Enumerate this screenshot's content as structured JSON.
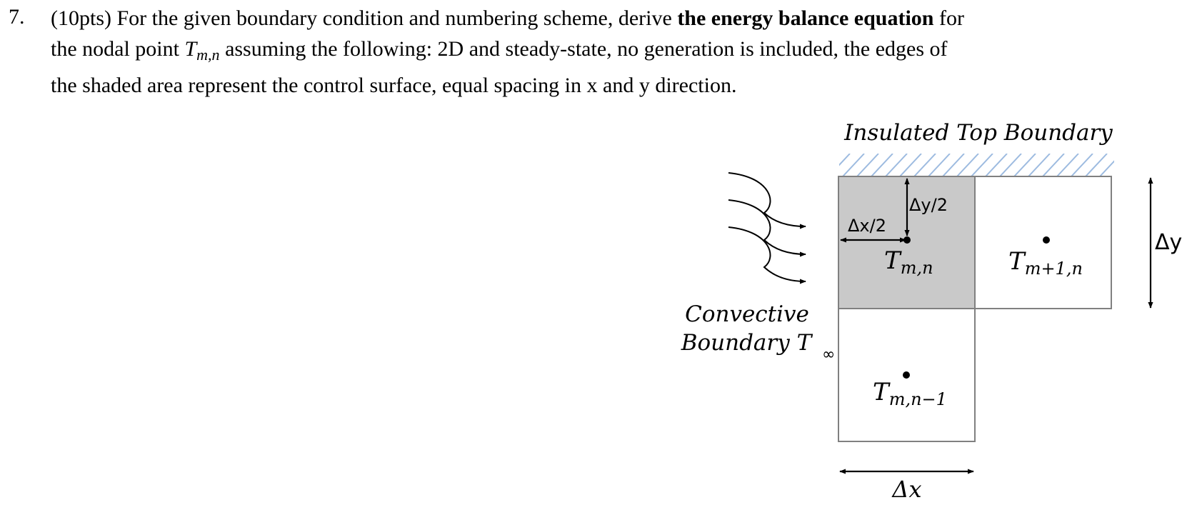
{
  "question": {
    "number": "7.",
    "points": "(10pts)",
    "line1_pre": " For the given boundary condition and numbering scheme, derive ",
    "line1_bold": "the energy balance equation",
    "line1_post": " for",
    "line2_pre": "the nodal point ",
    "line2_var": "T",
    "line2_sub": "m,n",
    "line2_post": " assuming the following: 2D and steady-state, no generation is included, the edges of",
    "line3": "the shaded area represent the control surface, equal spacing in x and y direction."
  },
  "figure": {
    "top_boundary_label": "Insulated Top Boundary",
    "convective_label_1": "Convective",
    "convective_label_2": "Boundary T",
    "convective_label_sub": "∞",
    "dy_half_label": "Δy/2",
    "dx_half_label": "Δx/2",
    "dy_label": "Δy",
    "dx_label": "Δx",
    "node_mn": {
      "var": "T",
      "sub": "m,n"
    },
    "node_m1n": {
      "var": "T",
      "sub": "m+1,n"
    },
    "node_mn1": {
      "var": "T",
      "sub": "m,n−1"
    },
    "colors": {
      "shaded_cell": "#c9c9c9",
      "hatch": "#9dbbe0",
      "cell_border": "#808080"
    }
  }
}
